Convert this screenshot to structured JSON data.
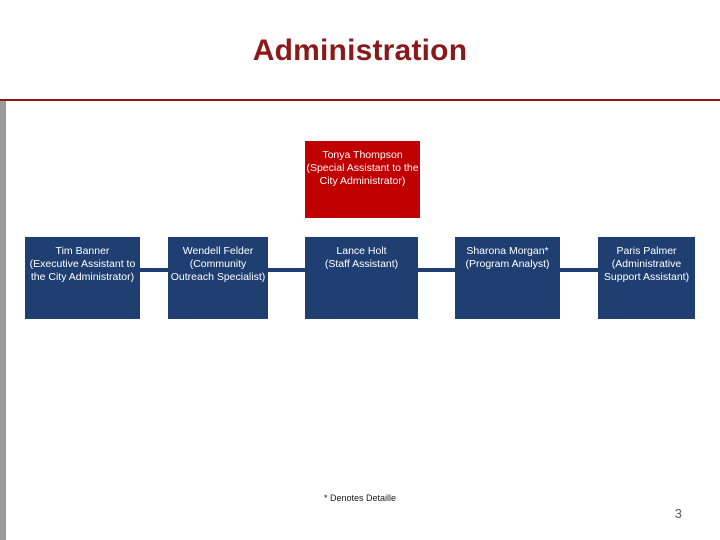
{
  "slide": {
    "title": "Administration",
    "footnote": "* Denotes Detaille",
    "page_number": "3",
    "accent_color": "#8a1a1a",
    "root_color": "#c00000",
    "node_color": "#1f3f72"
  },
  "org_chart": {
    "root": {
      "name": "Tonya Thompson",
      "role": "(Special Assistant to the City Administrator)"
    },
    "children": [
      {
        "name": "Tim Banner",
        "role": "(Executive Assistant to the City Administrator)"
      },
      {
        "name": "Wendell Felder",
        "role": "(Community Outreach Specialist)"
      },
      {
        "name": "Lance Holt",
        "role": "(Staff Assistant)"
      },
      {
        "name": "Sharona Morgan*",
        "role": "(Program Analyst)"
      },
      {
        "name": "Paris Palmer",
        "role": "(Administrative Support Assistant)"
      }
    ]
  }
}
